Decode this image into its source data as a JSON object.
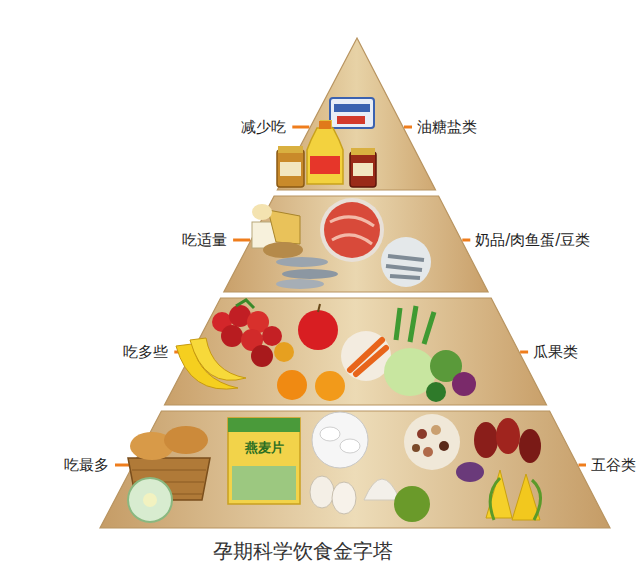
{
  "diagram": {
    "caption": "孕期科学饮食金字塔",
    "nodes": [
      {
        "text": [
          "减少吃",
          "油糖盐类"
        ]
      },
      {
        "text": [
          "吃适量",
          "奶品/肉鱼蛋/豆类"
        ]
      },
      {
        "text": [
          "吃多些",
          "瓜果类"
        ]
      },
      {
        "text": [
          "吃最多",
          "五谷类"
        ]
      }
    ],
    "labels": [
      "燕麦片"
    ]
  }
}
